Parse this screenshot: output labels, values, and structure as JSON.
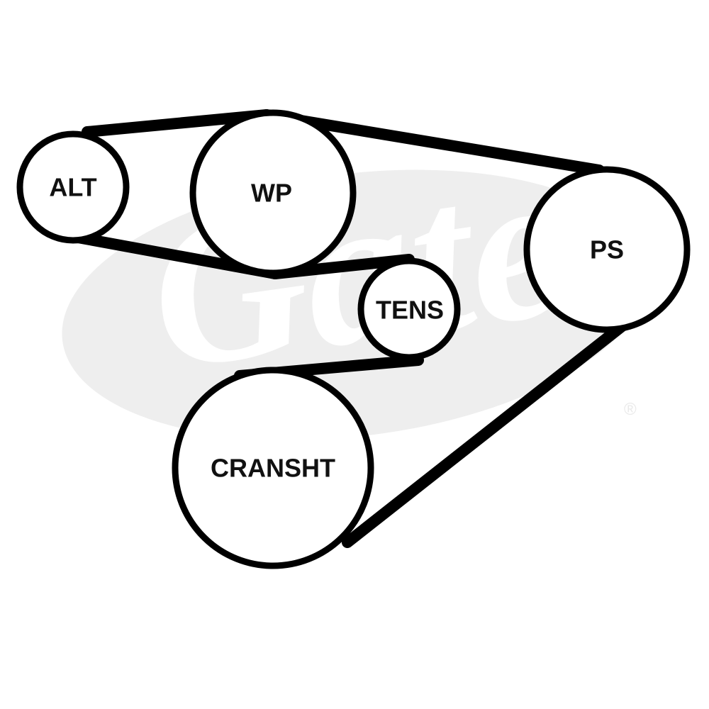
{
  "watermark": {
    "brand": "Gates",
    "registered_mark": "®",
    "color": "#eeeeee"
  },
  "belt": {
    "color": "#000000"
  },
  "pulleys": [
    {
      "id": "alt",
      "label": "ALT"
    },
    {
      "id": "wp",
      "label": "WP"
    },
    {
      "id": "ps",
      "label": "PS"
    },
    {
      "id": "tens",
      "label": "TENS"
    },
    {
      "id": "crankshaft",
      "label": "CRANSHT"
    }
  ]
}
